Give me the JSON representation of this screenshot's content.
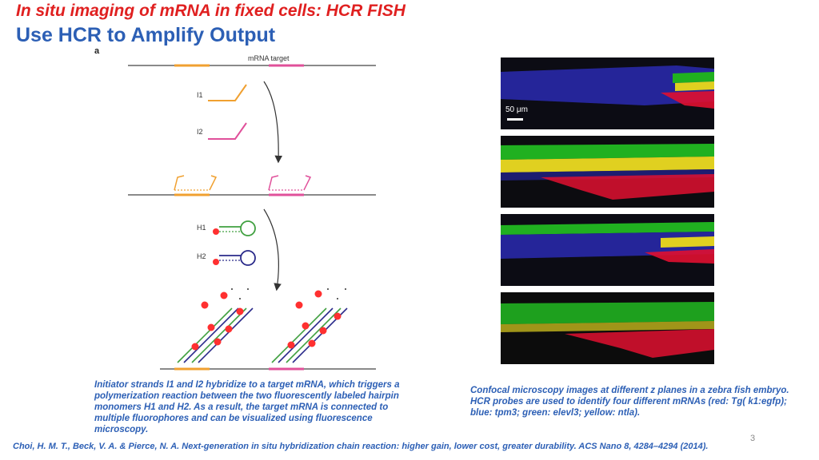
{
  "header": {
    "title_red": "In situ imaging of mRNA in fixed cells: HCR FISH",
    "title_blue": "Use HCR to Amplify Output"
  },
  "diagram": {
    "panel_label": "a",
    "target_label": "mRNA target",
    "labels": {
      "i1": "I1",
      "i2": "I2",
      "h1": "H1",
      "h2": "H2"
    },
    "colors": {
      "i1": "#f0a030",
      "i2": "#e0509a",
      "h1": "#40a040",
      "h2": "#2a2a8a",
      "fluor": "#ff3030",
      "arrow": "#333333"
    }
  },
  "microscopy": {
    "scale_label": "50 μm",
    "channels": {
      "red": "#e01030",
      "blue": "#3030c0",
      "green": "#20b020",
      "yellow": "#e0d020"
    }
  },
  "captions": {
    "left": "Initiator strands I1 and I2 hybridize to a target mRNA, which triggers a polymerization reaction between the two fluorescently labeled hairpin monomers H1 and H2. As a result, the target mRNA is connected to multiple fluorophores and can be visualized using fluorescence microscopy.",
    "right": "Confocal microscopy images at different z planes in a zebra fish embryo. HCR probes are used to identify four different mRNAs (red: Tg( k1:egfp); blue: tpm3; green: elevl3; yellow: ntla)."
  },
  "citation": "Choi, H. M. T., Beck, V. A. & Pierce, N. A. Next-generation in situ hybridization chain reaction: higher gain, lower cost, greater durability. ACS Nano 8, 4284–4294 (2014).",
  "page_number": "3"
}
